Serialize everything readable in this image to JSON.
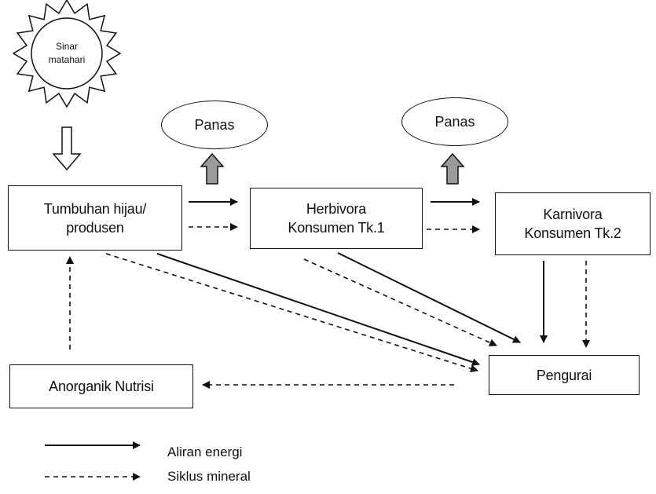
{
  "sun": {
    "label": "Sinar\nmatahari"
  },
  "heat_left": {
    "label": "Panas"
  },
  "heat_right": {
    "label": "Panas"
  },
  "producer": {
    "label": "Tumbuhan hijau/\nprodusen"
  },
  "herbivore": {
    "label": "Herbivora\nKonsumen Tk.1"
  },
  "carnivore": {
    "label": "Karnivora\nKonsumen Tk.2"
  },
  "decomposer": {
    "label": "Pengurai"
  },
  "nutrients": {
    "label": "Anorganik Nutrisi"
  },
  "legend": {
    "energy_flow": "Aliran energi",
    "mineral_cycle": "Siklus mineral"
  },
  "colors": {
    "line": "#111111",
    "heat_arrow_fill": "#9a9a9a",
    "background": "#ffffff"
  }
}
